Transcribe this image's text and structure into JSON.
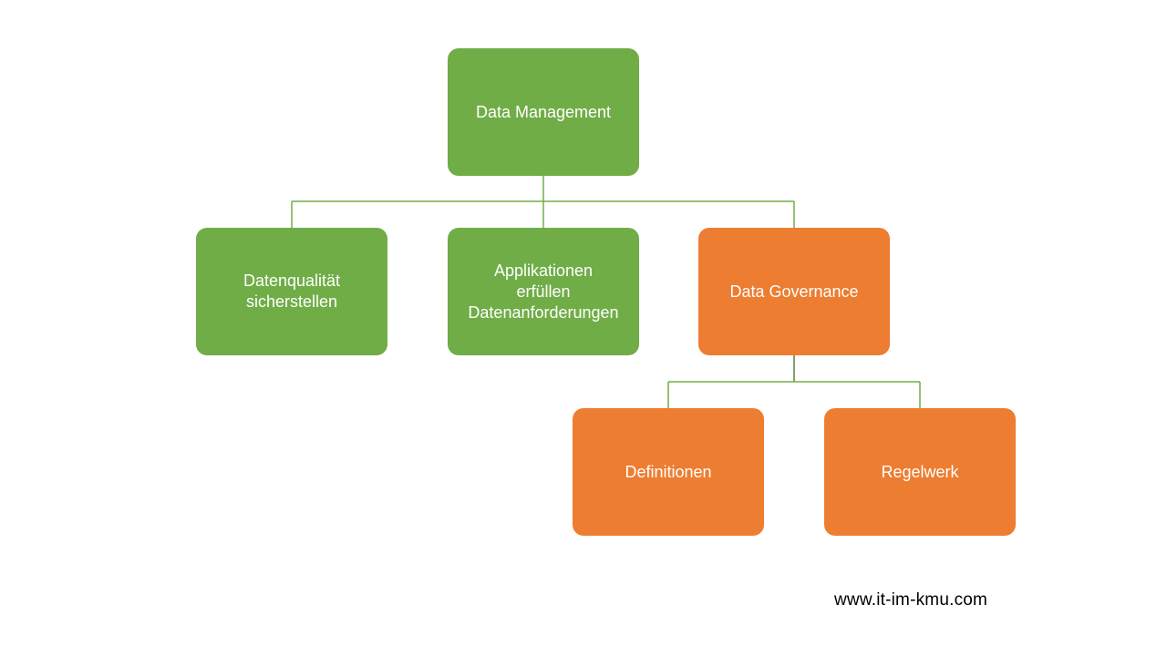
{
  "colors": {
    "green_node": "#70ad47",
    "orange_node": "#ed7d31",
    "green_connector": "#70ad47",
    "orange_connector": "#548235",
    "text": "#ffffff",
    "footer_text": "#000000"
  },
  "nodes": {
    "root": {
      "label": "Data Management"
    },
    "quality": {
      "label": "Datenqualität\nsicherstellen"
    },
    "apps": {
      "label": "Applikationen\nerfüllen\nDatenanforderungen"
    },
    "gov": {
      "label": "Data Governance"
    },
    "defs": {
      "label": "Definitionen"
    },
    "rules": {
      "label": "Regelwerk"
    }
  },
  "footer": {
    "url": "www.it-im-kmu.com"
  }
}
